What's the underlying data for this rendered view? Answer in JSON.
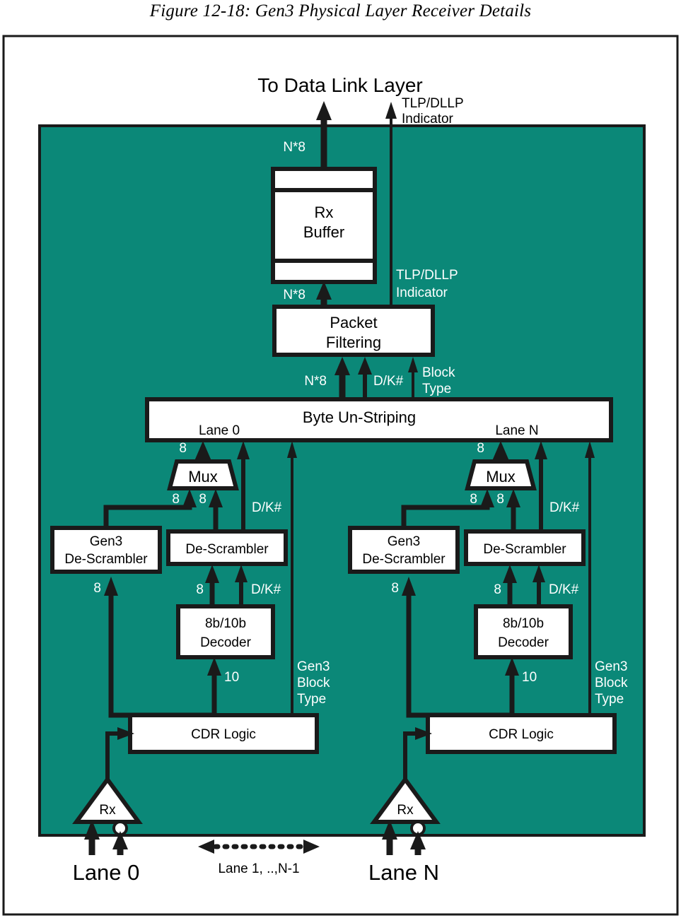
{
  "figure": {
    "title": "Figure 12-18: Gen3 Physical Layer Receiver Details",
    "top_label": "To Data Link Layer"
  },
  "colors": {
    "panel_teal": "#0b8878",
    "box_fill": "#ffffff",
    "stroke_black": "#1a1a1a",
    "white_text": "#ffffff",
    "page_background": "#ffffff"
  },
  "blocks": {
    "rx_buffer": "Rx\nBuffer",
    "rx_buffer_line1": "Rx",
    "rx_buffer_line2": "Buffer",
    "packet_filtering_line1": "Packet",
    "packet_filtering_line2": "Filtering",
    "byte_unstriping": "Byte Un-Striping",
    "mux": "Mux",
    "gen3_descrambler_line1": "Gen3",
    "gen3_descrambler_line2": "De-Scrambler",
    "descrambler": "De-Scrambler",
    "decoder_line1": "8b/10b",
    "decoder_line2": "Decoder",
    "cdr_logic": "CDR Logic",
    "rx_amp": "Rx"
  },
  "signals": {
    "n8": "N*8",
    "tlp_dllp_line1": "TLP/DLLP",
    "tlp_dllp_line2": "Indicator",
    "dk": "D/K#",
    "block_line1": "Block",
    "block_line2": "Type",
    "gen3_block_line1": "Gen3",
    "gen3_block_line2": "Block",
    "gen3_block_line3": "Type",
    "eight": "8",
    "ten": "10"
  },
  "lanes": {
    "lane0_tap": "Lane 0",
    "laneN_tap": "Lane N",
    "lane0_bottom": "Lane 0",
    "laneN_bottom": "Lane N",
    "middle_range": "Lane 1, ..,N-1"
  }
}
